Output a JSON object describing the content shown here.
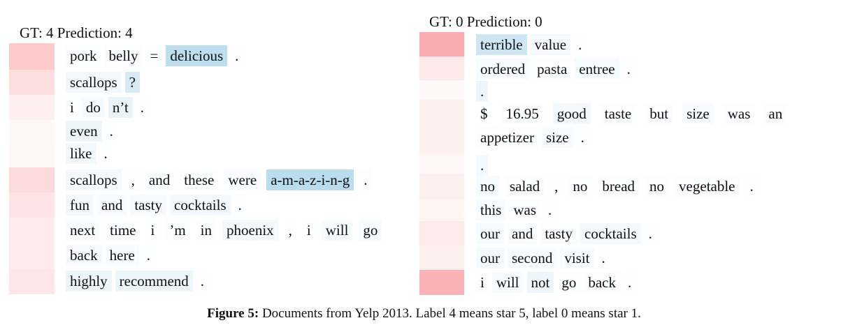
{
  "left": {
    "header": "GT: 4 Prediction: 4",
    "sentences": [
      {
        "weight": 0.62,
        "lines": [
          [
            {
              "t": "pork",
              "w": 0.05
            },
            {
              "t": "belly",
              "w": 0.06
            },
            {
              "t": "=",
              "w": 0.02
            },
            {
              "t": "delicious",
              "w": 0.75
            },
            {
              "t": ".",
              "w": 0.02
            }
          ]
        ]
      },
      {
        "weight": 0.38,
        "lines": [
          [
            {
              "t": "scallops",
              "w": 0.15
            },
            {
              "t": "?",
              "w": 0.45
            }
          ]
        ]
      },
      {
        "weight": 0.18,
        "lines": [
          [
            {
              "t": "i",
              "w": 0.03
            },
            {
              "t": "do",
              "w": 0.08
            },
            {
              "t": "n’t",
              "w": 0.25
            },
            {
              "t": ".",
              "w": 0.02
            }
          ]
        ]
      },
      {
        "weight": 0.08,
        "lines": [
          [
            {
              "t": "even",
              "w": 0.22
            },
            {
              "t": ".",
              "w": 0.02
            }
          ]
        ]
      },
      {
        "weight": 0.1,
        "lines": [
          [
            {
              "t": "like",
              "w": 0.15
            },
            {
              "t": ".",
              "w": 0.02
            }
          ]
        ]
      },
      {
        "weight": 0.42,
        "lines": [
          [
            {
              "t": "scallops",
              "w": 0.12
            },
            {
              "t": ",",
              "w": 0.02
            },
            {
              "t": "and",
              "w": 0.04
            },
            {
              "t": "these",
              "w": 0.05
            },
            {
              "t": "were",
              "w": 0.06
            },
            {
              "t": "a-m-a-z-i-n-g",
              "w": 0.78
            },
            {
              "t": ".",
              "w": 0.05
            }
          ]
        ]
      },
      {
        "weight": 0.32,
        "lines": [
          [
            {
              "t": "fun",
              "w": 0.15
            },
            {
              "t": "and",
              "w": 0.08
            },
            {
              "t": "tasty",
              "w": 0.08
            },
            {
              "t": "cocktails",
              "w": 0.14
            },
            {
              "t": ".",
              "w": 0.02
            }
          ]
        ]
      },
      {
        "weight": 0.22,
        "lines": [
          [
            {
              "t": "next",
              "w": 0.06
            },
            {
              "t": "time",
              "w": 0.04
            },
            {
              "t": "i",
              "w": 0.02
            },
            {
              "t": "’m",
              "w": 0.03
            },
            {
              "t": "in",
              "w": 0.03
            },
            {
              "t": "phoenix",
              "w": 0.12
            },
            {
              "t": ",",
              "w": 0.02
            },
            {
              "t": "i",
              "w": 0.02
            },
            {
              "t": "will",
              "w": 0.1
            },
            {
              "t": "go",
              "w": 0.1
            }
          ],
          [
            {
              "t": "back",
              "w": 0.08
            },
            {
              "t": "here",
              "w": 0.08
            },
            {
              "t": ".",
              "w": 0.02
            }
          ]
        ]
      },
      {
        "weight": 0.3,
        "lines": [
          [
            {
              "t": "highly",
              "w": 0.22
            },
            {
              "t": "recommend",
              "w": 0.22
            },
            {
              "t": ".",
              "w": 0.02
            }
          ]
        ]
      }
    ]
  },
  "right": {
    "header": "GT: 0 Prediction: 0",
    "sentences": [
      {
        "weight": 0.95,
        "lines": [
          [
            {
              "t": "terrible",
              "w": 0.55
            },
            {
              "t": "value",
              "w": 0.14
            },
            {
              "t": ".",
              "w": 0.02
            }
          ]
        ]
      },
      {
        "weight": 0.25,
        "lines": [
          [
            {
              "t": "ordered",
              "w": 0.1
            },
            {
              "t": "pasta",
              "w": 0.05
            },
            {
              "t": "entree",
              "w": 0.1
            },
            {
              "t": ".",
              "w": 0.02
            }
          ]
        ]
      },
      {
        "weight": 0.08,
        "lines": [
          [
            {
              "t": ".",
              "w": 0.2
            }
          ]
        ]
      },
      {
        "weight": 0.18,
        "lines": [
          [
            {
              "t": "$",
              "w": 0.02
            },
            {
              "t": "16.95",
              "w": 0.03
            },
            {
              "t": "good",
              "w": 0.14
            },
            {
              "t": "taste",
              "w": 0.04
            },
            {
              "t": "but",
              "w": 0.05
            },
            {
              "t": "size",
              "w": 0.1
            },
            {
              "t": "was",
              "w": 0.05
            },
            {
              "t": "an",
              "w": 0.05
            }
          ],
          [
            {
              "t": "appetizer",
              "w": 0.05
            },
            {
              "t": "size",
              "w": 0.08
            },
            {
              "t": ".",
              "w": 0.02
            }
          ]
        ]
      },
      {
        "weight": 0.1,
        "lines": [
          [
            {
              "t": ".",
              "w": 0.14
            }
          ]
        ]
      },
      {
        "weight": 0.18,
        "lines": [
          [
            {
              "t": "no",
              "w": 0.1
            },
            {
              "t": "salad",
              "w": 0.03
            },
            {
              "t": ",",
              "w": 0.02
            },
            {
              "t": "no",
              "w": 0.05
            },
            {
              "t": "bread",
              "w": 0.03
            },
            {
              "t": "no",
              "w": 0.03
            },
            {
              "t": "vegetable",
              "w": 0.04
            },
            {
              "t": ".",
              "w": 0.02
            }
          ]
        ]
      },
      {
        "weight": 0.12,
        "lines": [
          [
            {
              "t": "this",
              "w": 0.08
            },
            {
              "t": "was",
              "w": 0.05
            },
            {
              "t": ".",
              "w": 0.02
            }
          ]
        ]
      },
      {
        "weight": 0.22,
        "lines": [
          [
            {
              "t": "our",
              "w": 0.1
            },
            {
              "t": "and",
              "w": 0.06
            },
            {
              "t": "tasty",
              "w": 0.06
            },
            {
              "t": "cocktails",
              "w": 0.12
            },
            {
              "t": ".",
              "w": 0.02
            }
          ]
        ]
      },
      {
        "weight": 0.18,
        "lines": [
          [
            {
              "t": "our",
              "w": 0.12
            },
            {
              "t": "second",
              "w": 0.1
            },
            {
              "t": "visit",
              "w": 0.08
            },
            {
              "t": ".",
              "w": 0.02
            }
          ]
        ]
      },
      {
        "weight": 0.88,
        "lines": [
          [
            {
              "t": "i",
              "w": 0.03
            },
            {
              "t": "will",
              "w": 0.1
            },
            {
              "t": "not",
              "w": 0.2
            },
            {
              "t": "go",
              "w": 0.04
            },
            {
              "t": "back",
              "w": 0.05
            },
            {
              "t": ".",
              "w": 0.02
            }
          ]
        ]
      }
    ]
  },
  "caption": {
    "label": "Figure 5:",
    "text": " Documents from Yelp 2013. Label 4 means star 5, label 0 means star 1."
  },
  "colors": {
    "sentence_max": "#fba8ab",
    "word_max": "#a6d3e8"
  }
}
